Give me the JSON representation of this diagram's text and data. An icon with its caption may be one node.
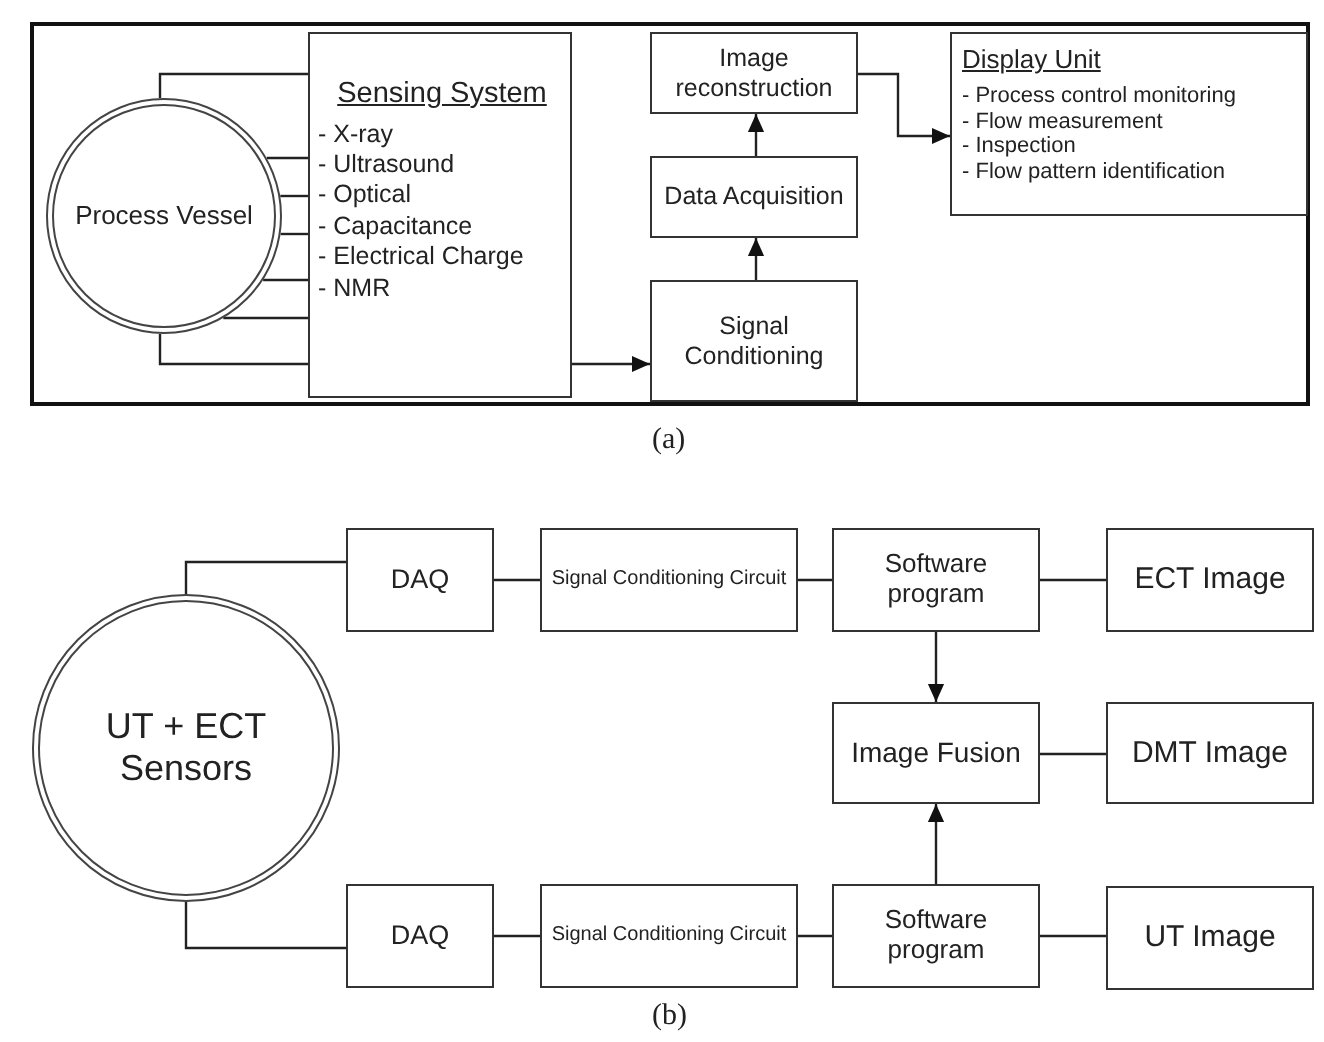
{
  "diagram": {
    "nodes": [
      {
        "text": [
          "Process Vessel"
        ]
      },
      {
        "text": [
          "Sensing System",
          "- X-ray",
          "- Ultrasound",
          "- Optical",
          "- Capacitance",
          "- Electrical Charge",
          "- NMR"
        ]
      },
      {
        "text": [
          "Image reconstruction"
        ]
      },
      {
        "text": [
          "Data Acquisition"
        ]
      },
      {
        "text": [
          "Signal Conditioning"
        ]
      },
      {
        "text": [
          "Display Unit",
          "- Process control monitoring",
          "- Flow measurement",
          "- Inspection",
          "- Flow pattern identification"
        ]
      },
      {
        "text": [
          "UT + ECT Sensors"
        ]
      },
      {
        "text": [
          "DAQ"
        ]
      },
      {
        "text": [
          "Signal Conditioning Circuit"
        ]
      },
      {
        "text": [
          "Software program"
        ]
      },
      {
        "text": [
          "ECT Image"
        ]
      },
      {
        "text": [
          "Image Fusion"
        ]
      },
      {
        "text": [
          "DMT Image"
        ]
      },
      {
        "text": [
          "DAQ"
        ]
      },
      {
        "text": [
          "Signal Conditioning Circuit"
        ]
      },
      {
        "text": [
          "Software program"
        ]
      },
      {
        "text": [
          "UT Image"
        ]
      }
    ],
    "edges": [
      {
        "from": 0,
        "to": 1,
        "arrow": "none"
      },
      {
        "from": 0,
        "to": 1,
        "arrow": "none"
      },
      {
        "from": 0,
        "to": 1,
        "arrow": "none"
      },
      {
        "from": 0,
        "to": 1,
        "arrow": "none"
      },
      {
        "from": 0,
        "to": 1,
        "arrow": "none"
      },
      {
        "from": 0,
        "to": 1,
        "arrow": "none"
      },
      {
        "from": 0,
        "to": 1,
        "arrow": "none"
      },
      {
        "from": 1,
        "to": 4,
        "arrow": "to"
      },
      {
        "from": 4,
        "to": 3,
        "arrow": "to"
      },
      {
        "from": 3,
        "to": 2,
        "arrow": "to"
      },
      {
        "from": 2,
        "to": 5,
        "arrow": "to"
      },
      {
        "from": 6,
        "to": 7,
        "arrow": "none"
      },
      {
        "from": 7,
        "to": 8,
        "arrow": "none"
      },
      {
        "from": 8,
        "to": 9,
        "arrow": "none"
      },
      {
        "from": 9,
        "to": 10,
        "arrow": "none"
      },
      {
        "from": 9,
        "to": 11,
        "arrow": "to"
      },
      {
        "from": 11,
        "to": 12,
        "arrow": "none"
      },
      {
        "from": 15,
        "to": 11,
        "arrow": "to"
      },
      {
        "from": 6,
        "to": 13,
        "arrow": "none"
      },
      {
        "from": 13,
        "to": 14,
        "arrow": "none"
      },
      {
        "from": 14,
        "to": 15,
        "arrow": "none"
      },
      {
        "from": 15,
        "to": 16,
        "arrow": "none"
      }
    ],
    "labels": [
      "(a)",
      "(b)"
    ]
  }
}
